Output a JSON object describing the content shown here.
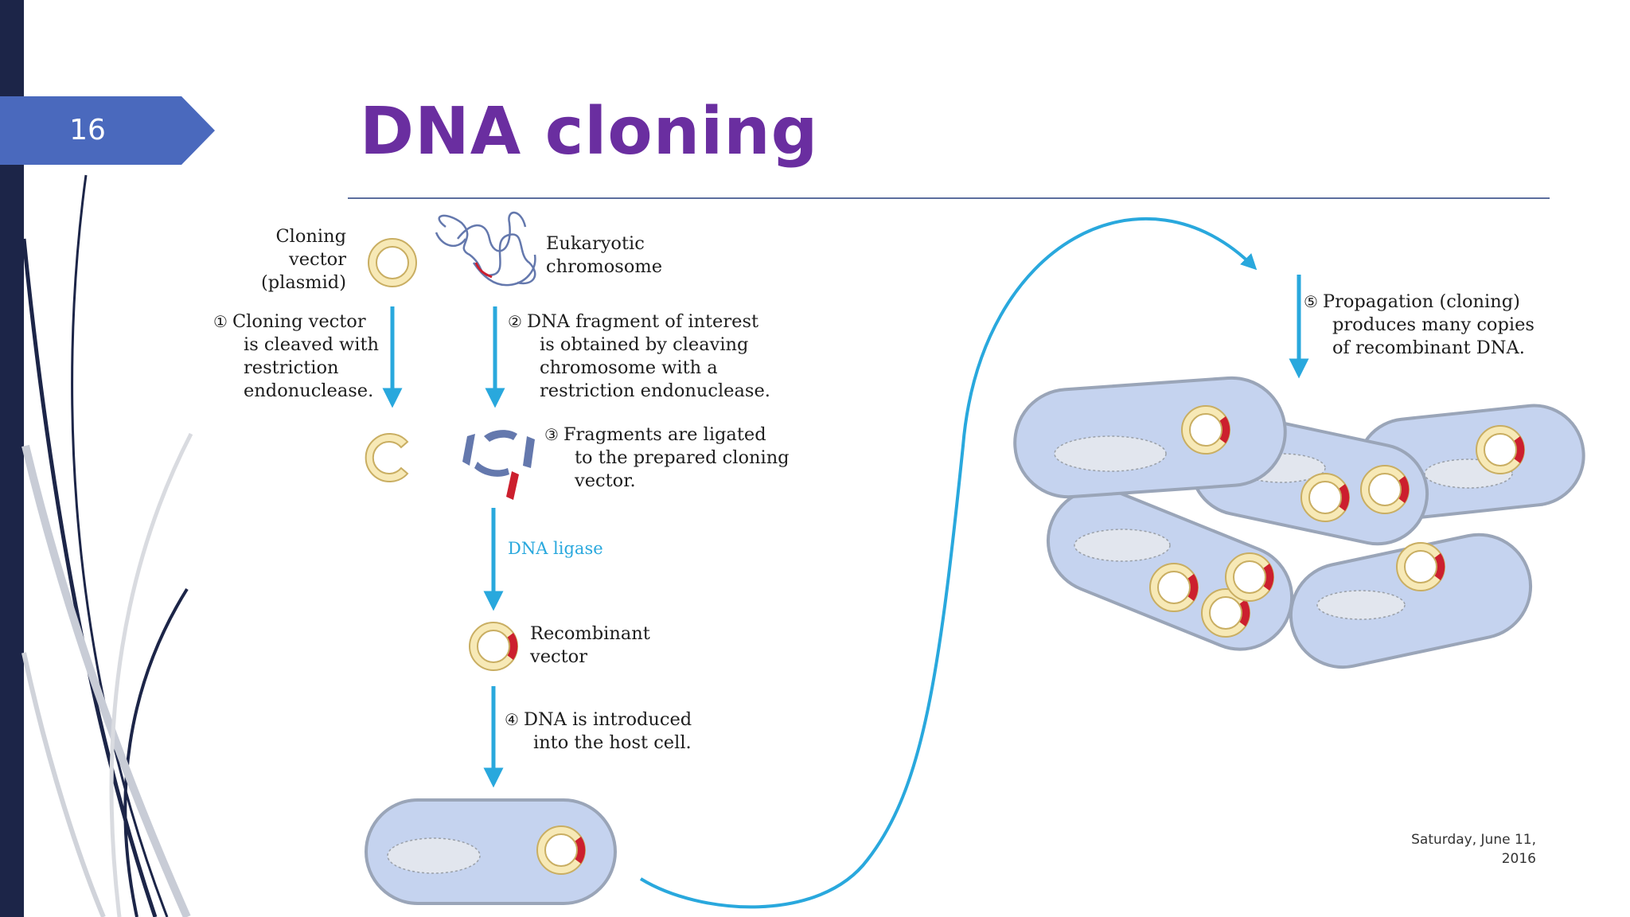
{
  "slide": {
    "number": "16",
    "title": "DNA cloning",
    "date_line1": "Saturday, June 11,",
    "date_line2": "2016"
  },
  "diagram": {
    "cloning_vector": [
      "Cloning",
      "vector",
      "(plasmid)"
    ],
    "chromosome": [
      "Eukaryotic",
      "chromosome"
    ],
    "step1": {
      "num": "①",
      "lines": [
        "Cloning vector",
        "is cleaved with",
        "restriction",
        "endonuclease."
      ]
    },
    "step2": {
      "num": "②",
      "lines": [
        "DNA fragment of interest",
        "is obtained by cleaving",
        "chromosome with a",
        "restriction endonuclease."
      ]
    },
    "step3": {
      "num": "③",
      "lines": [
        "Fragments are ligated",
        "to the prepared cloning",
        "vector."
      ]
    },
    "enzyme": "DNA ligase",
    "recombinant": [
      "Recombinant",
      "vector"
    ],
    "step4": {
      "num": "④",
      "lines": [
        "DNA is introduced",
        "into the host cell."
      ]
    },
    "step5": {
      "num": "⑤",
      "lines": [
        "Propagation (cloning)",
        "produces many copies",
        "of recombinant DNA."
      ]
    }
  },
  "colors": {
    "title": "#6a2ea0",
    "slide_number_tab": "#4a69bd",
    "left_bar": "#1c2548",
    "arrow": "#29a8dd",
    "plasmid_fill": "#f7e9b6",
    "plasmid_stroke": "#c9ae62",
    "insert_red": "#cc1f2e",
    "cell_fill": "#c5d3ef",
    "cell_stroke": "#9aa5b8",
    "fragment_blue": "#6478ad"
  }
}
